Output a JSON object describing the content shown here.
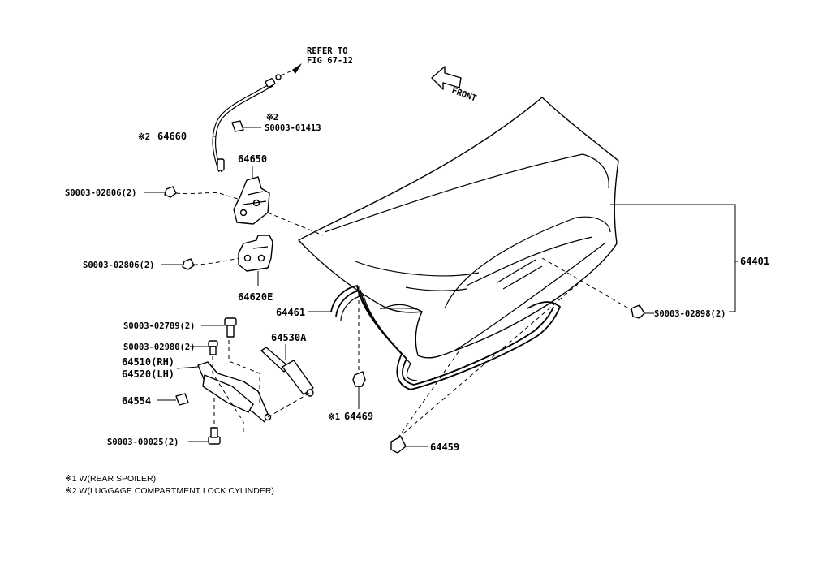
{
  "callouts": {
    "refer_to_line1": "REFER TO",
    "refer_to_line2": "FIG 67-12",
    "front": "FRONT",
    "p64660_mark": "※2",
    "p64660": "64660",
    "s01413_mark": "※2",
    "s01413": "S0003-01413",
    "p64650": "64650",
    "s02806_a": "S0003-02806(2)",
    "s02806_b": "S0003-02806(2)",
    "p64620e": "64620E",
    "p64401": "64401",
    "s02898": "S0003-02898(2)",
    "p64461": "64461",
    "s02789": "S0003-02789(2)",
    "s02980": "S0003-02980(2)",
    "p64530a": "64530A",
    "p64510": "64510(RH)",
    "p64520": "64520(LH)",
    "p64554": "64554",
    "s00025": "S0003-00025(2)",
    "p64469_mark": "※1",
    "p64469": "64469",
    "p64459": "64459"
  },
  "notes": [
    "※1 W(REAR SPOILER)",
    "※2 W(LUGGAGE COMPARTMENT LOCK CYLINDER)"
  ]
}
